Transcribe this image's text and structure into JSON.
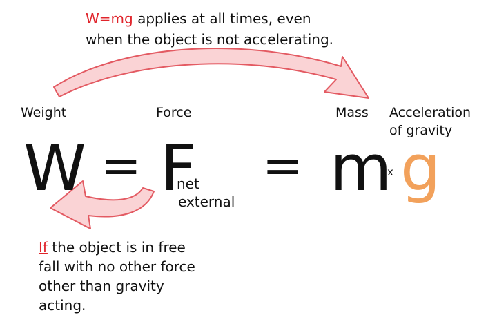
{
  "top_note": {
    "red": "W=mg",
    "line1_rest": " applies at all times, even",
    "line2": "when the object is not accelerating."
  },
  "labels": {
    "weight": "Weight",
    "force": "Force",
    "mass": "Mass",
    "acceleration_line1": "Acceleration",
    "acceleration_line2": "of gravity"
  },
  "equation": {
    "w": "W",
    "eq1": "=",
    "f": "F",
    "sub_net": "net",
    "sub_external": "external",
    "eq2": "=",
    "m": "m",
    "times": "x",
    "g": "g"
  },
  "bottom_note": {
    "if": "If",
    "line1_rest": " the object is in free",
    "line2": "fall with no other force",
    "line3": "other than gravity",
    "line4": "acting."
  },
  "colors": {
    "red_text": "#e0242b",
    "arrow_fill": "#fad3d5",
    "arrow_stroke": "#e35a62",
    "g_color": "#f2a15b"
  }
}
